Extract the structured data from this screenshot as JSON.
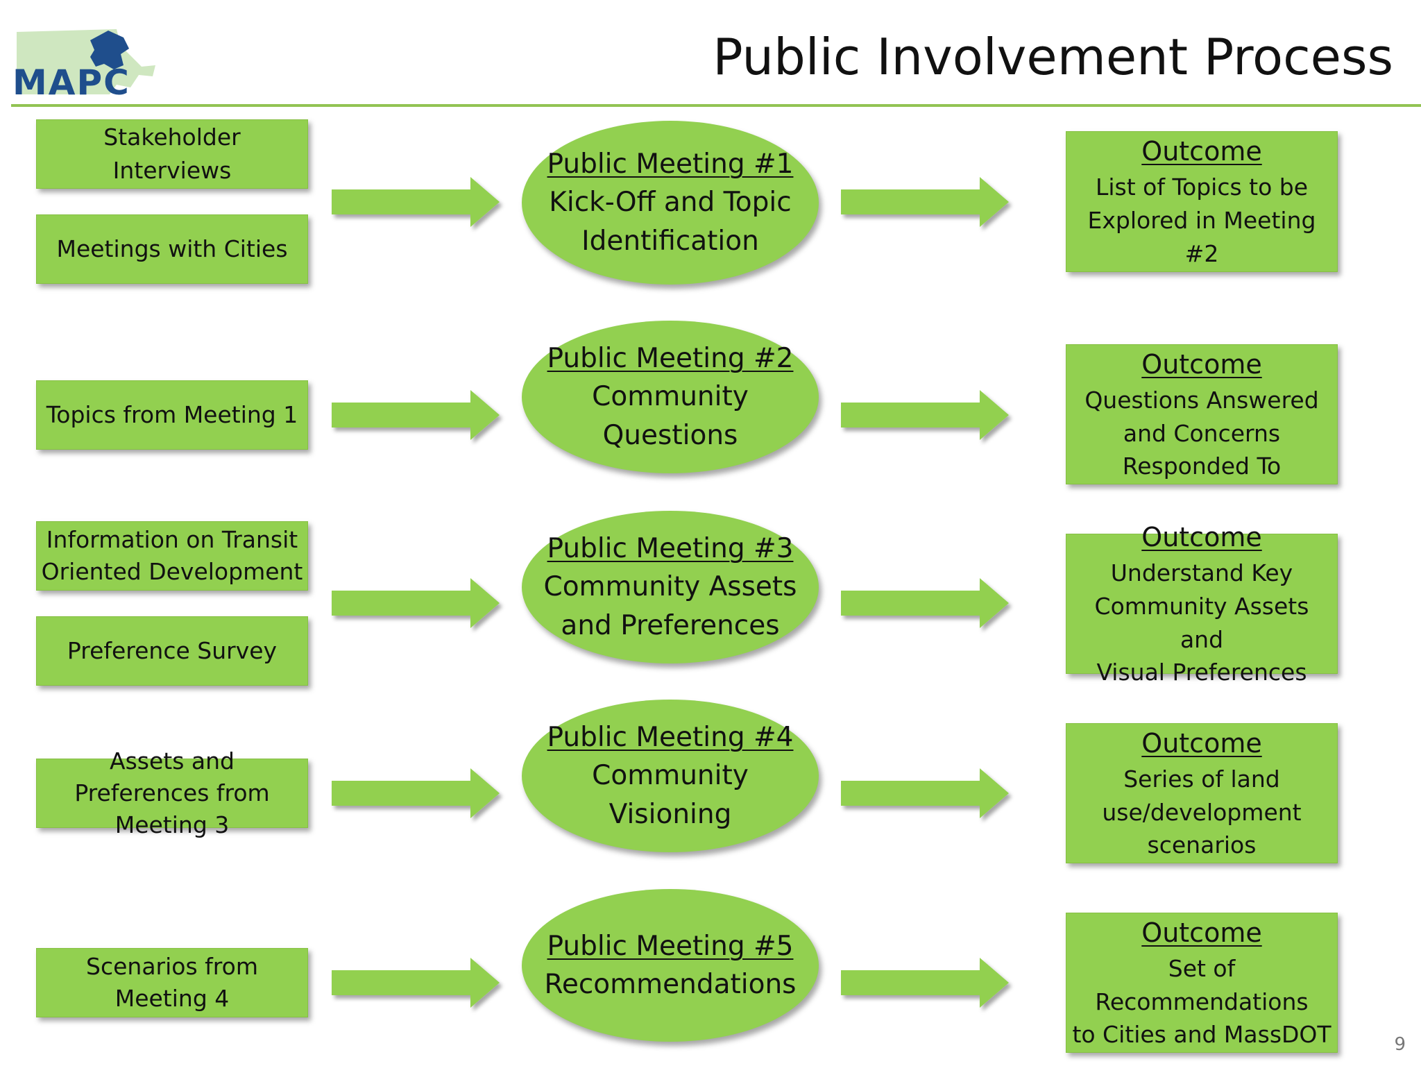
{
  "header": {
    "logo_text": "MAPC",
    "title": "Public Involvement Process"
  },
  "rows": [
    {
      "inputs": [
        "Stakeholder Interviews",
        "Meetings with Cities"
      ],
      "meeting": {
        "heading": "Public Meeting #1",
        "lines": [
          "Kick-Off and Topic",
          "Identification"
        ]
      },
      "outcome": {
        "heading": "Outcome",
        "lines": [
          "List of Topics to be",
          "Explored in Meeting #2"
        ]
      }
    },
    {
      "inputs": [
        "Topics from Meeting 1"
      ],
      "meeting": {
        "heading": "Public Meeting #2",
        "lines": [
          "Community Questions"
        ]
      },
      "outcome": {
        "heading": "Outcome",
        "lines": [
          "Questions Answered",
          "and Concerns",
          "Responded To"
        ]
      }
    },
    {
      "inputs": [
        "Information on Transit Oriented Development",
        "Preference Survey"
      ],
      "meeting": {
        "heading": "Public Meeting #3",
        "lines": [
          "Community Assets",
          "and Preferences"
        ]
      },
      "outcome": {
        "heading": "Outcome",
        "lines": [
          "Understand Key",
          "Community Assets and",
          "Visual Preferences"
        ]
      }
    },
    {
      "inputs": [
        "Assets and Preferences from Meeting 3"
      ],
      "meeting": {
        "heading": "Public Meeting #4",
        "lines": [
          "Community Visioning"
        ]
      },
      "outcome": {
        "heading": "Outcome",
        "lines": [
          "Series of land",
          "use/development",
          "scenarios"
        ]
      }
    },
    {
      "inputs": [
        "Scenarios from Meeting 4"
      ],
      "meeting": {
        "heading": "Public Meeting #5",
        "lines": [
          "Recommendations"
        ]
      },
      "outcome": {
        "heading": "Outcome",
        "lines": [
          "Set of Recommendations",
          "to Cities and MassDOT"
        ]
      }
    }
  ],
  "footer": {
    "page_number": "9"
  },
  "colors": {
    "box_fill": "#92d050",
    "arrow_fill": "#92d050",
    "rule": "#92c353",
    "logo_blue": "#1f4e8c"
  }
}
